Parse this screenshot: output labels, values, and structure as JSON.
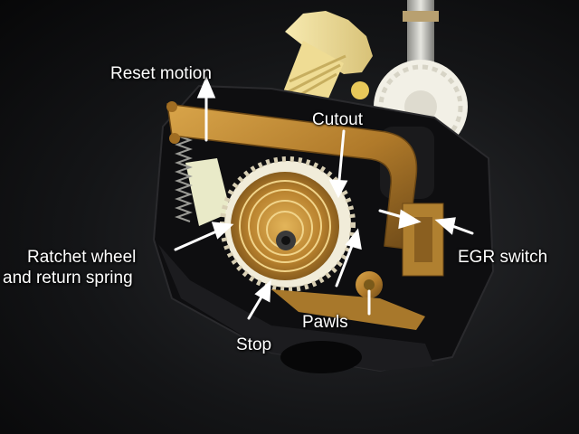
{
  "figure": {
    "colors": {
      "background": "#141517",
      "brass": "#b8872e",
      "gear_white": "#f2f0e6",
      "gear_yellow": "#f3e39a",
      "housing": "#0e0e10",
      "label_text": "#ffffff"
    },
    "labels": {
      "reset_motion": "Reset motion",
      "cutout": "Cutout",
      "ratchet_line1": "Ratchet wheel",
      "ratchet_line2": "and return spring",
      "egr_switch": "EGR switch",
      "pawls": "Pawls",
      "stop": "Stop"
    }
  }
}
